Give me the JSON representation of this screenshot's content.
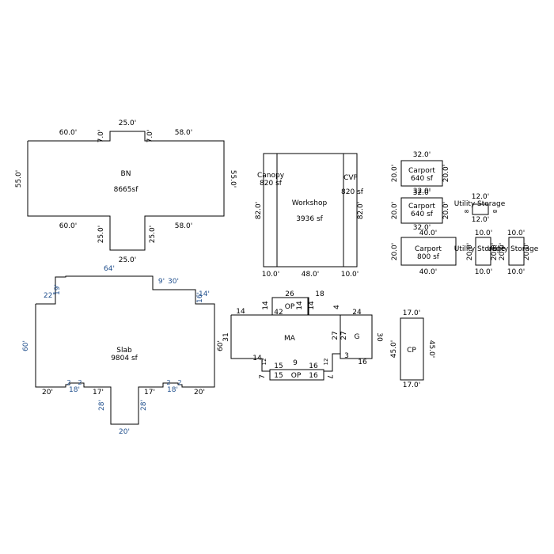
{
  "bn": {
    "label": "BN",
    "area": "8665sf",
    "d_top_left": "60.0'",
    "d_top_notch_left": "7.0'",
    "d_top_mid": "25.0'",
    "d_top_notch_right": "7.0'",
    "d_top_right": "58.0'",
    "d_left": "55.0'",
    "d_right": "55.0'",
    "d_bot_left": "60.0'",
    "d_bot_notch_left": "25.0'",
    "d_bot_notch_right": "25.0'",
    "d_bot_right": "58.0'",
    "d_bot_mid": "25.0'"
  },
  "workshop": {
    "canopy_label": "Canopy",
    "canopy_area": "820 sf",
    "label": "Workshop",
    "area": "3936 sf",
    "cvp_label": "CVP",
    "cvp_area": "820 sf",
    "d_left": "82.0'",
    "d_right": "82.0'",
    "d_bot_left": "10.0'",
    "d_bot_mid": "48.0'",
    "d_bot_right": "10.0'"
  },
  "carport1": {
    "label": "Carport",
    "area": "640 sf",
    "d_top": "32.0'",
    "d_left": "20.0'",
    "d_right": "20.0'",
    "d_bottom": "32.0'"
  },
  "carport2": {
    "label": "Carport",
    "area": "640 sf",
    "d_top": "32.0'",
    "d_left": "20.0'",
    "d_right": "20.0'",
    "d_bottom": "32.0'"
  },
  "carport3": {
    "label": "Carport",
    "area": "800 sf",
    "d_top": "40.0'",
    "d_left": "20.0'",
    "d_bottom": "40.0'"
  },
  "utility1": {
    "label": "Utility Storage",
    "d_top": "12.0'",
    "d_left": "8",
    "d_right": "8",
    "d_bottom": "12.0'"
  },
  "utility2": {
    "label": "Utility Storage",
    "d_top": "10.0'",
    "d_left": "20.0'",
    "d_right": "20.0'",
    "d_bottom": "10.0'"
  },
  "utility3": {
    "label": "Utility Storage",
    "d_top": "10.0'",
    "d_left": "20.0'",
    "d_right": "20.0'",
    "d_bottom": "10.0'"
  },
  "slab": {
    "label": "Slab",
    "area": "9804 sf",
    "d_top": "64'",
    "d_top_right": "30'",
    "d_step_l1": "22'",
    "d_step_l2": "19'",
    "d_step_r1": "9'",
    "d_step_r2": "14'",
    "d_step_r3": "16'",
    "d_left_outer": "60'",
    "d_left": "60'",
    "d_bot_l": "20'",
    "d_bot_l2": "18'",
    "d_bot_l3": "17'",
    "d_notch_l": "28'",
    "d_bot_r3": "17'",
    "d_bot_r2": "18'",
    "d_bot_r": "20'",
    "d_notch_r": "28'",
    "d_bot_mid": "20'",
    "d_tiny_l1": "2",
    "d_tiny_l2": "2",
    "d_tiny_r1": "2",
    "d_tiny_r2": "2"
  },
  "ma": {
    "label": "MA",
    "op_top_label": "OP",
    "op_bot_label": "OP",
    "d_top_left": "14",
    "d_op_top": "26",
    "d_op_left": "14",
    "d_op_right": "14",
    "d_op_bottom": "42",
    "d_right_top": "18",
    "d_right_short": "4",
    "d_right_step": "14",
    "d_left": "31",
    "d_bl_step": "14",
    "d_bl_small": "12",
    "d_bl_bottom": "7",
    "d_op_b_top_l": "15",
    "d_op_b_mid": "9",
    "d_op_b_top_r": "16",
    "d_op_b_bot_l": "15",
    "d_op_b_bot_r": "16",
    "d_br_small": "12",
    "d_br_bottom": "7",
    "d_g_3": "3",
    "d_g_27a": "27",
    "d_g_27b": "27"
  },
  "garage": {
    "label": "G",
    "d_top": "24",
    "d_right": "30",
    "d_bottom": "16"
  },
  "cp": {
    "label": "CP",
    "d_top": "17.0'",
    "d_left": "45.0'",
    "d_right": "45.0'",
    "d_bottom": "17.0'"
  }
}
